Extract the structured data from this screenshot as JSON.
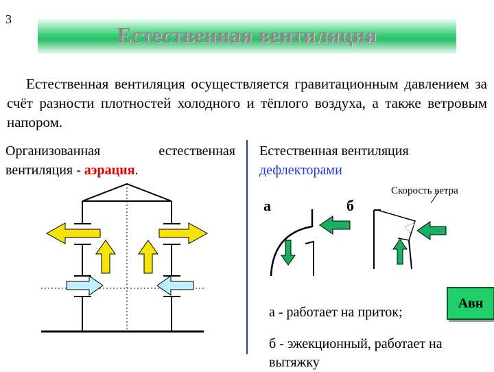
{
  "slide": {
    "number": "3"
  },
  "title": "Естественная вентиляция",
  "intro": "Естественная вентиляция осуществляется гравитационным давлением за счёт разности плотностей холодного и тёплого воздуха, а также ветровым напором.",
  "left_panel": {
    "heading_prefix": "Организованная естественная вентиляция - ",
    "heading_highlight": "аэрация",
    "heading_suffix": "."
  },
  "right_panel": {
    "heading": "Естественная вентиляция",
    "heading_highlight": "дефлекторами",
    "label_a": "а",
    "label_b": "б",
    "wind_label": "Скорость ветра",
    "note_a": "а - работает на приток;",
    "note_b": "б - эжекционный, работает на вытяжку",
    "avn_label": "Авн"
  },
  "colors": {
    "title_bar": "#2bbf66",
    "highlight_red": "#e00000",
    "highlight_blue": "#1f3fd0",
    "arrow_yellow": "#f5e30a",
    "arrow_light_blue": "#bfeefc",
    "arrow_green": "#18b060",
    "divider": "#1c3fa8",
    "avn_box": "#1fd06a"
  }
}
